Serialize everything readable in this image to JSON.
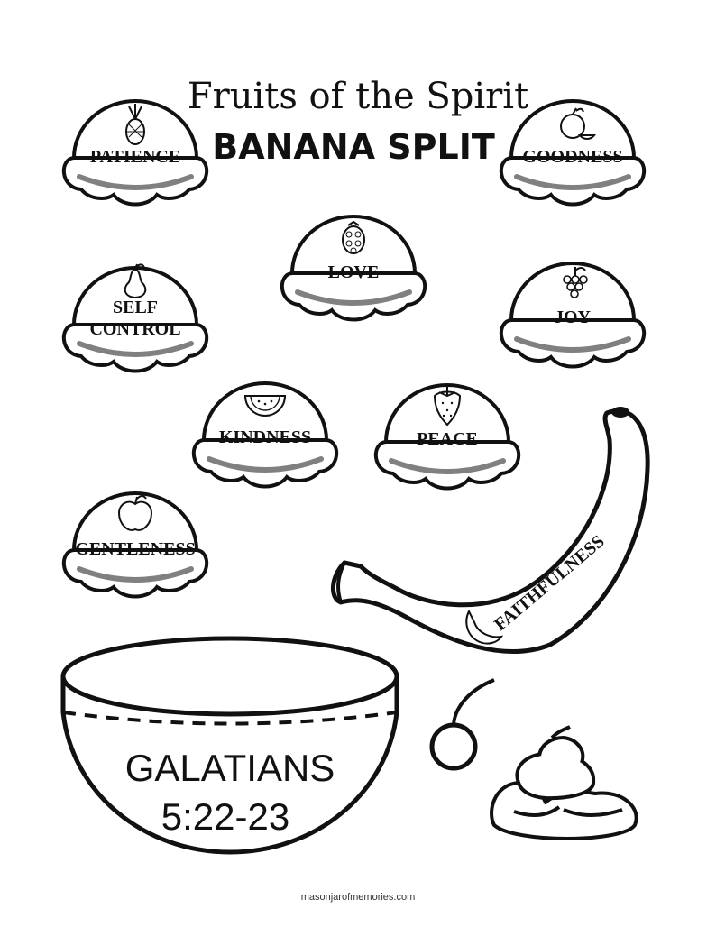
{
  "title": "Fruits of the Spirit",
  "subtitle": "BANANA SPLIT",
  "scoops": [
    {
      "id": "patience",
      "lines": [
        "PATIENCE"
      ],
      "icon": "pineapple-icon"
    },
    {
      "id": "goodness",
      "lines": [
        "GOODNESS"
      ],
      "icon": "orange-icon"
    },
    {
      "id": "love",
      "lines": [
        "LOVE"
      ],
      "icon": "raspberry-icon"
    },
    {
      "id": "self-control",
      "lines": [
        "SELF",
        "CONTROL"
      ],
      "icon": "pear-icon"
    },
    {
      "id": "joy",
      "lines": [
        "JOY"
      ],
      "icon": "grapes-icon"
    },
    {
      "id": "kindness",
      "lines": [
        "KINDNESS"
      ],
      "icon": "watermelon-icon"
    },
    {
      "id": "peace",
      "lines": [
        "PEACE"
      ],
      "icon": "strawberry-icon"
    },
    {
      "id": "gentleness",
      "lines": [
        "GENTLENESS"
      ],
      "icon": "apple-icon"
    }
  ],
  "banana": {
    "label": "FAITHFULNESS",
    "icon": "banana-icon"
  },
  "bowl": {
    "line1": "GALATIANS",
    "line2": "5:22-23"
  },
  "cherry_icon": "cherry-icon",
  "whipped_cream_icon": "whipped-cream-icon",
  "footer": "masonjarofmemories.com",
  "colors": {
    "ink": "#111111",
    "gray_smile": "#808080",
    "background": "#ffffff"
  }
}
